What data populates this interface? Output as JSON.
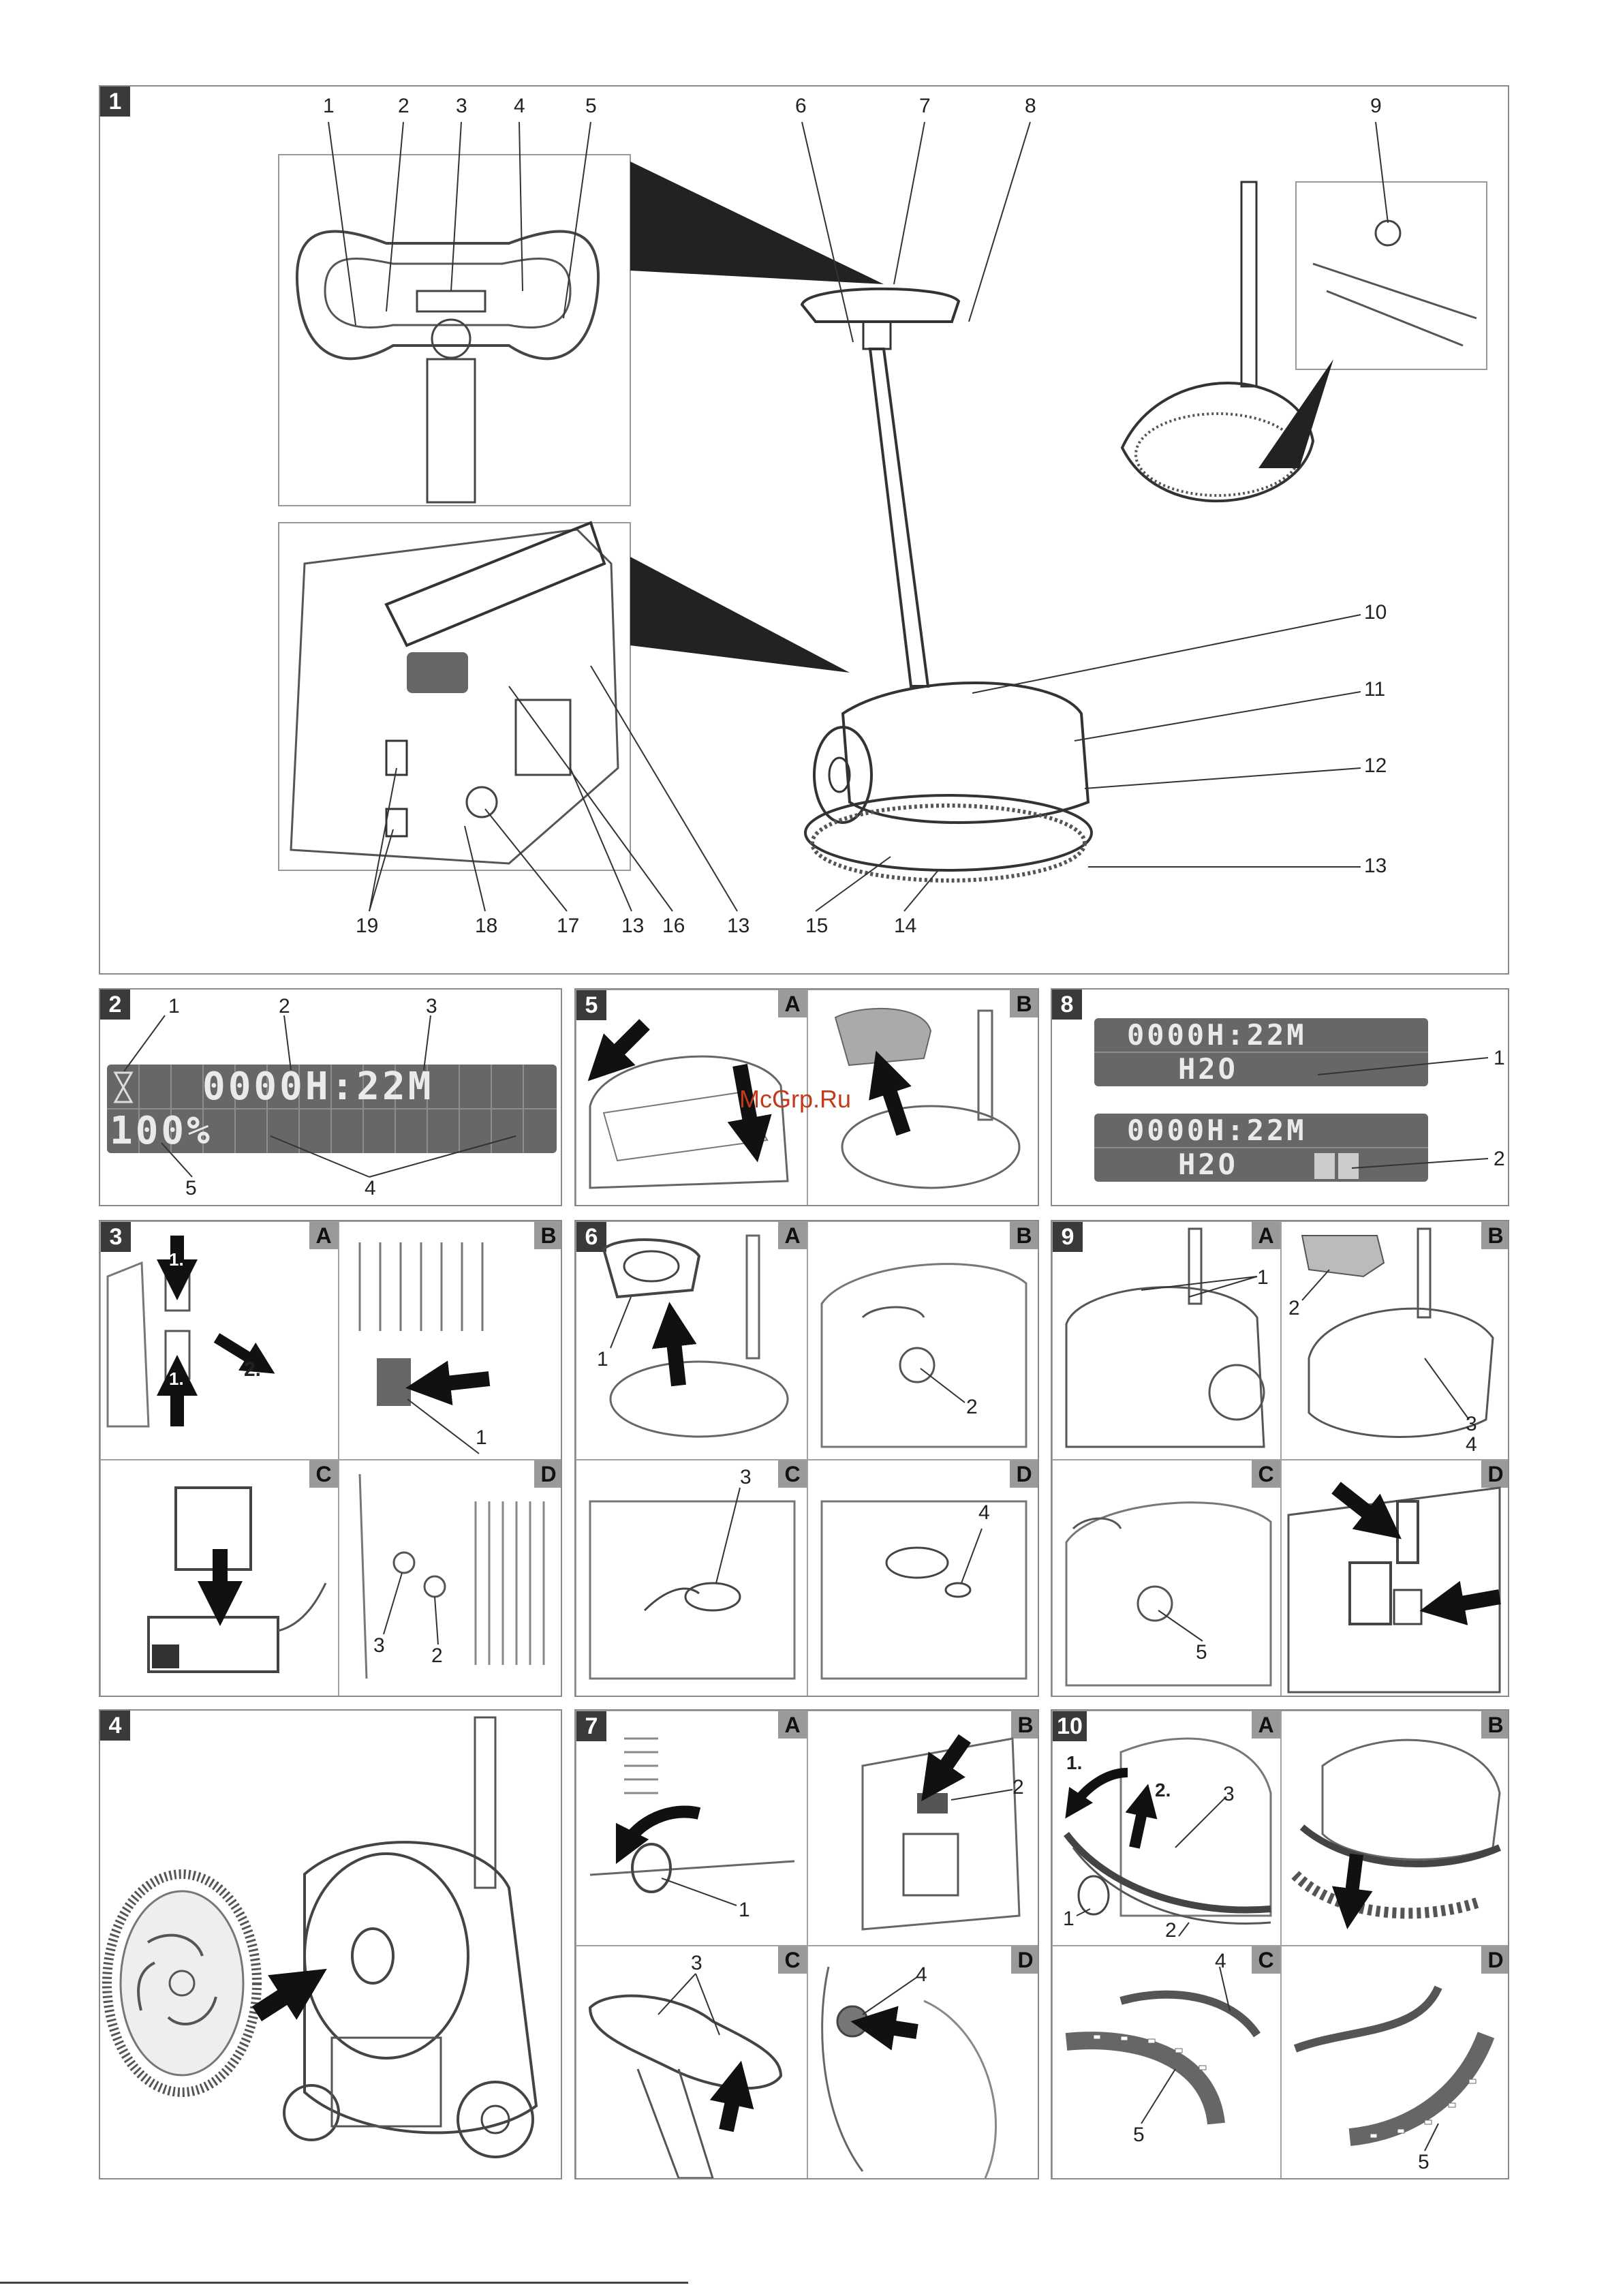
{
  "watermark": "McGrp.Ru",
  "figures": [
    {
      "id": "1",
      "callouts": [
        "1",
        "2",
        "3",
        "4",
        "5",
        "6",
        "7",
        "8",
        "9",
        "10",
        "11",
        "12",
        "13",
        "13",
        "13",
        "14",
        "15",
        "16",
        "17",
        "18",
        "19"
      ]
    },
    {
      "id": "2",
      "display": {
        "row1": "0000H:22M",
        "row2": "100%"
      },
      "callouts": [
        "1",
        "2",
        "3",
        "4",
        "5"
      ]
    },
    {
      "id": "3",
      "subpanels": [
        "A",
        "B",
        "C",
        "D"
      ],
      "steps": [
        "1.",
        "2.",
        "1."
      ],
      "callouts": [
        "1",
        "3",
        "2"
      ]
    },
    {
      "id": "4"
    },
    {
      "id": "5",
      "subpanels": [
        "A",
        "B"
      ]
    },
    {
      "id": "6",
      "subpanels": [
        "A",
        "B",
        "C",
        "D"
      ],
      "callouts": [
        "1",
        "2",
        "3",
        "4"
      ]
    },
    {
      "id": "7",
      "subpanels": [
        "A",
        "B",
        "C",
        "D"
      ],
      "callouts": [
        "1",
        "2",
        "3",
        "4"
      ]
    },
    {
      "id": "8",
      "displays": [
        {
          "row1": "0000H:22M",
          "row2": "H2O"
        },
        {
          "row1": "0000H:22M",
          "row2": "H2O"
        }
      ],
      "callouts": [
        "1",
        "2"
      ]
    },
    {
      "id": "9",
      "subpanels": [
        "A",
        "B",
        "C",
        "D"
      ],
      "callouts": [
        "1",
        "2",
        "3",
        "4",
        "5"
      ]
    },
    {
      "id": "10",
      "subpanels": [
        "A",
        "B",
        "C",
        "D"
      ],
      "steps": [
        "1.",
        "2."
      ],
      "callouts": [
        "1",
        "2",
        "3",
        "4",
        "5",
        "5"
      ]
    }
  ],
  "colors": {
    "badge": "#3a3a3a",
    "letter": "#9a9a9a",
    "lcd": "#676767",
    "watermark": "#c23a1a",
    "arrow": "#111111"
  }
}
